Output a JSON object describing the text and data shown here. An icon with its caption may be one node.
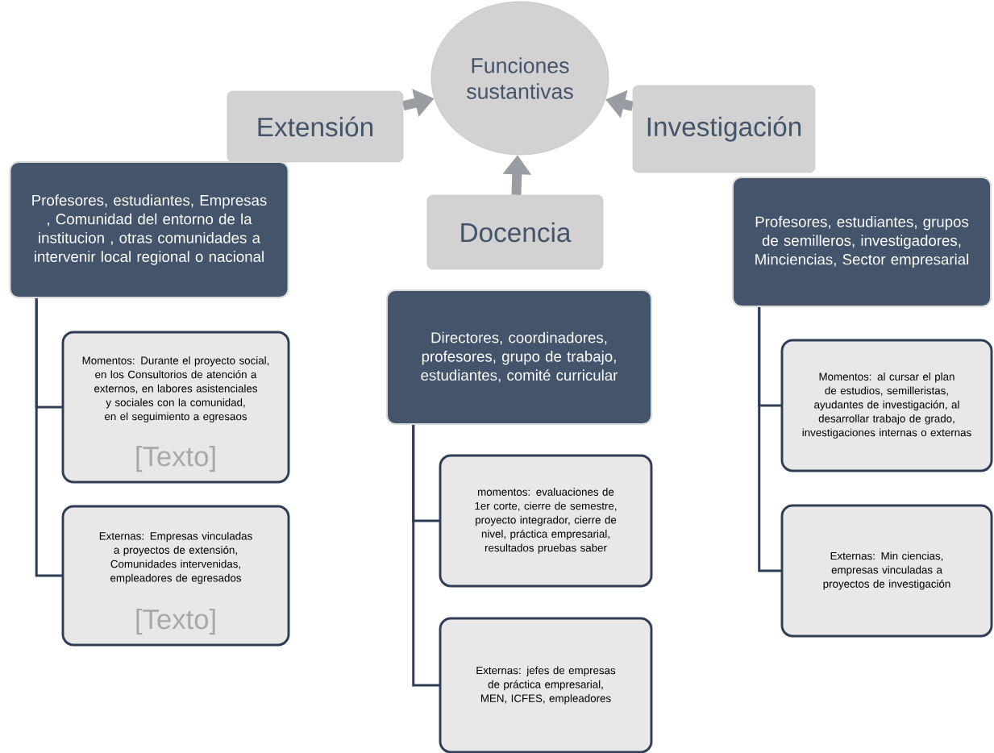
{
  "diagram": {
    "nodes": [
      {
        "text": [
          "Funciones sustantivas"
        ]
      },
      {
        "text": [
          "Extensión"
        ]
      },
      {
        "text": [
          "Investigación"
        ]
      },
      {
        "text": [
          "Docencia"
        ]
      },
      {
        "text": [
          "Profesores, estudiantes, Empresas , Comunidad del entorno de la institucion , otras comunidades a intervenir local regional o nacional"
        ]
      },
      {
        "text": [
          "Momentos: Durante el proyecto social, en los Consultorios de atención a  externos, en labores asistenciales y sociales con la comunidad, en el seguimiento a egresaos",
          "[Texto]"
        ]
      },
      {
        "text": [
          "Externas: Empresas vinculadas a proyectos de extensión, Comunidades intervenidas, empleadores de egresados",
          "[Texto]"
        ]
      },
      {
        "text": [
          "Directores, coordinadores, profesores, grupo de trabajo, estudiantes, comité curricular"
        ]
      },
      {
        "text": [
          "momentos: evaluaciones de 1er corte, cierre de semestre, proyecto integrador, cierre de nivel, práctica empresarial, resultados pruebas saber"
        ]
      },
      {
        "text": [
          "Externas:  jefes de empresas de práctica empresarial, MEN, ICFES, empleadores"
        ]
      },
      {
        "text": [
          "Profesores, estudiantes, grupos de semilleros, investigadores, Minciencias, Sector empresarial"
        ]
      },
      {
        "text": [
          "Momentos: al cursar el plan de estudios, semilleristas, ayudantes de investigación, al desarrollar trabajo de grado, investigaciones internas o externas"
        ]
      },
      {
        "text": [
          "Externas:  Min ciencias, empresas vinculadas a proyectos de investigación"
        ]
      }
    ],
    "edges": [
      {
        "from": 1,
        "to": 0,
        "arrow": "to",
        "style": "thick",
        "color": "#9a9ca3"
      },
      {
        "from": 2,
        "to": 0,
        "arrow": "to",
        "style": "thick",
        "color": "#9a9ca3"
      },
      {
        "from": 3,
        "to": 0,
        "arrow": "to",
        "style": "thick",
        "color": "#9a9ca3"
      },
      {
        "from": 4,
        "to": 5,
        "arrow": "none"
      },
      {
        "from": 4,
        "to": 6,
        "arrow": "none"
      },
      {
        "from": 7,
        "to": 8,
        "arrow": "none"
      },
      {
        "from": 7,
        "to": 9,
        "arrow": "none"
      },
      {
        "from": 10,
        "to": 11,
        "arrow": "none"
      },
      {
        "from": 10,
        "to": 12,
        "arrow": "none"
      }
    ]
  }
}
